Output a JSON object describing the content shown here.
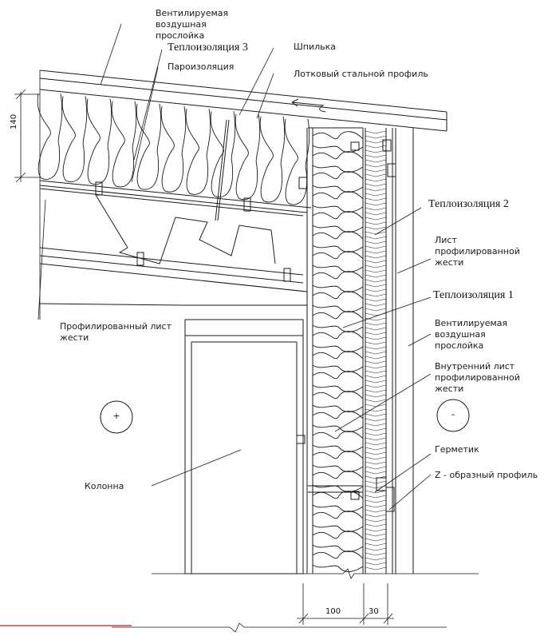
{
  "labels": {
    "vent_layer_top": "Вентилируемая воздушная прослойка",
    "insulation_3": "Теплоизоляция 3",
    "vapor_barrier": "Пароизоляция",
    "stud": "Шпилька",
    "tray_profile": "Лотковый стальной профиль",
    "insulation_2": "Теплоизоляция 2",
    "profiled_sheet_right": "Лист профилированной жести",
    "insulation_1": "Теплоизоляция 1",
    "vent_layer_right": "Вентилируемая воздушная прослойка",
    "inner_profiled_sheet": "Внутренний лист профилированной жести",
    "sealant": "Герметик",
    "z_profile": "Z - образный профиль",
    "profiled_sheet_left": "Профилированный лист жести",
    "column": "Колонна"
  },
  "dimensions": {
    "roof_thickness": "140",
    "wall_insulation": "100",
    "wall_gap": "30"
  },
  "signs": {
    "inside": "+",
    "outside": "–"
  },
  "colors": {
    "line": "#1a1a1a",
    "accent_red": "#d01515"
  }
}
